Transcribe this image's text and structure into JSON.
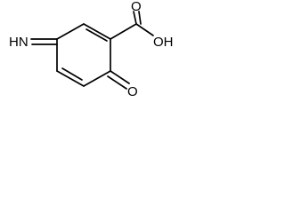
{
  "molecule": {
    "labels": {
      "imine": "HN",
      "hydroxyl": "OH",
      "carboxyl_carbonyl": "O",
      "ring_carbonyl": "O"
    }
  }
}
